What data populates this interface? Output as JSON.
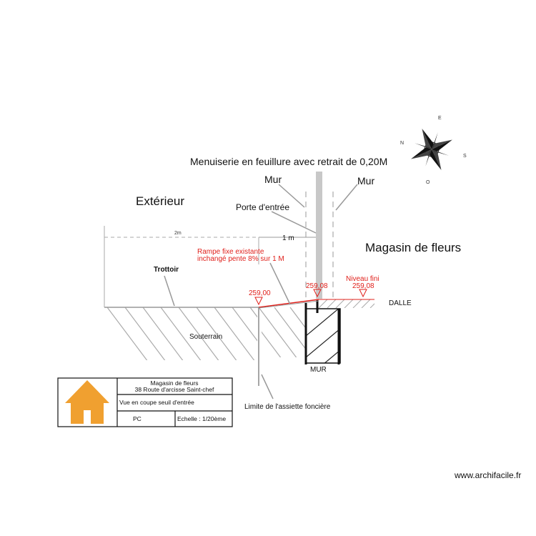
{
  "labels": {
    "menuiserie": "Menuiserie en feuillure avec retrait de 0,20M",
    "mur_left": "Mur",
    "mur_right": "Mur",
    "exterieur": "Extérieur",
    "porte": "Porte d'entrée",
    "magasin": "Magasin de fleurs",
    "dim_2m": "2m",
    "dim_1m": "1 m",
    "rampe_line1": "Rampe fixe existante",
    "rampe_line2": "inchangé pente 8% sur 1 M",
    "trottoir": "Trottoir",
    "niveau_fini": "Niveau fini",
    "level_259_00": "259,00",
    "level_259_08_a": "259,08",
    "level_259_08_b": "259,08",
    "dalle": "DALLE",
    "souterrain": "Souterrain",
    "mur_bottom": "MUR",
    "limite": "Limite de l'assiette foncière",
    "watermark": "www.archifacile.fr"
  },
  "compass": {
    "n": "N",
    "e": "E",
    "s": "S",
    "o": "O"
  },
  "titleblock": {
    "project_line1": "Magasin de fleurs",
    "project_line2": "38 Route d'arcisse Saint-chef",
    "view": "Vue en coupe seuil d'entrée",
    "phase": "PC",
    "scale": "Echelle : 1/20ème"
  },
  "colors": {
    "red": "#e0201b",
    "grey": "#999999",
    "door": "#c8c8c8",
    "logo": "#f0a030"
  }
}
